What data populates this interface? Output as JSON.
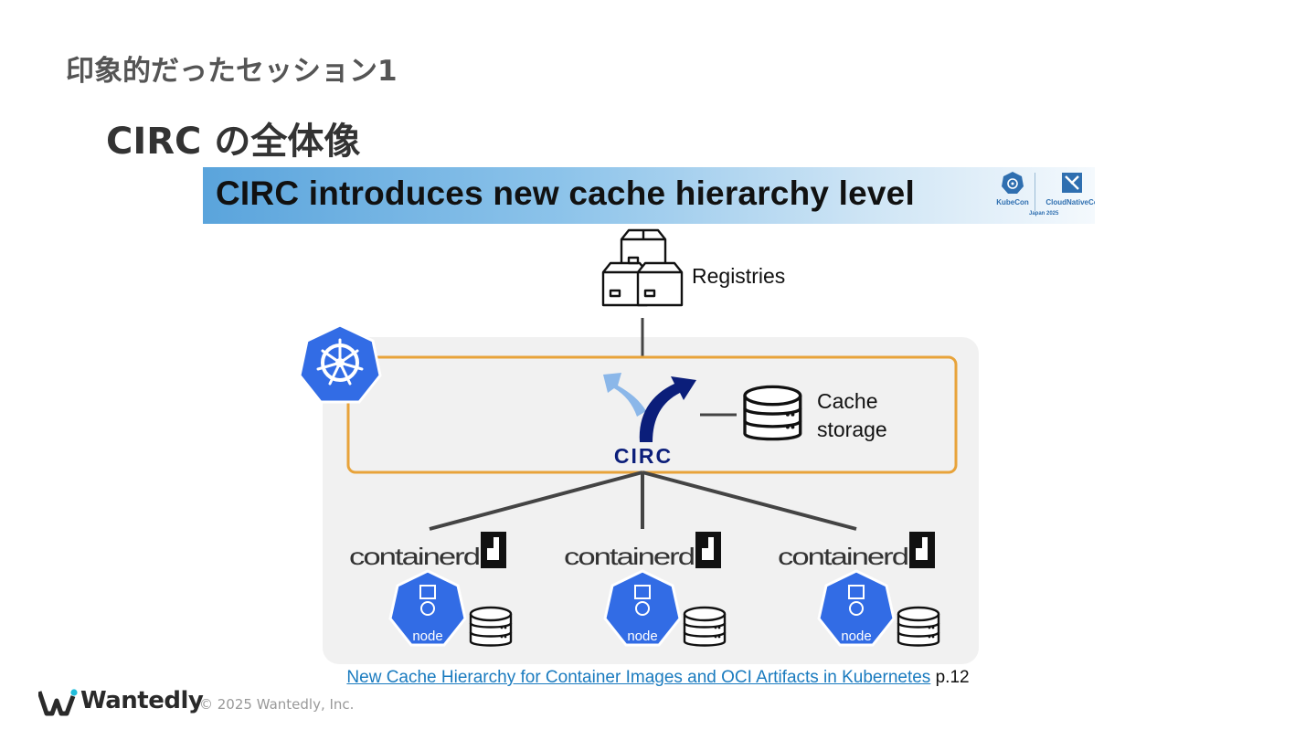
{
  "section_title": "印象的だったセッション1",
  "slide_heading": "CIRC の全体像",
  "banner": {
    "title": "CIRC introduces new cache hierarchy level",
    "logo_kubecon": "KubeCon",
    "logo_cloudnativecon": "CloudNativeCo",
    "logo_japan": "Japan 2025"
  },
  "diagram": {
    "registries_label": "Registries",
    "cache_label_line1": "Cache",
    "cache_label_line2": "storage",
    "circ_label": "CIRC",
    "containerd_labels": [
      "containerd",
      "containerd",
      "containerd"
    ],
    "node_labels": [
      "node",
      "node",
      "node"
    ],
    "colors": {
      "kubernetes_blue": "#326ce5",
      "circ_navy": "#0b1e7a",
      "circ_light": "#7fb0e8",
      "frame_orange": "#e8a33a",
      "cluster_bg": "#f1f1f1",
      "line": "#444444"
    },
    "icons": [
      "boxes-icon",
      "kubernetes-logo-icon",
      "circ-arrows-icon",
      "database-icon",
      "containerd-icon",
      "node-icon"
    ]
  },
  "caption": {
    "link_text": "New Cache Hierarchy for Container Images and OCI Artifacts in Kubernetes",
    "suffix": "p.12"
  },
  "footer": {
    "brand": "Wantedly",
    "copyright": "© 2025 Wantedly, Inc."
  }
}
